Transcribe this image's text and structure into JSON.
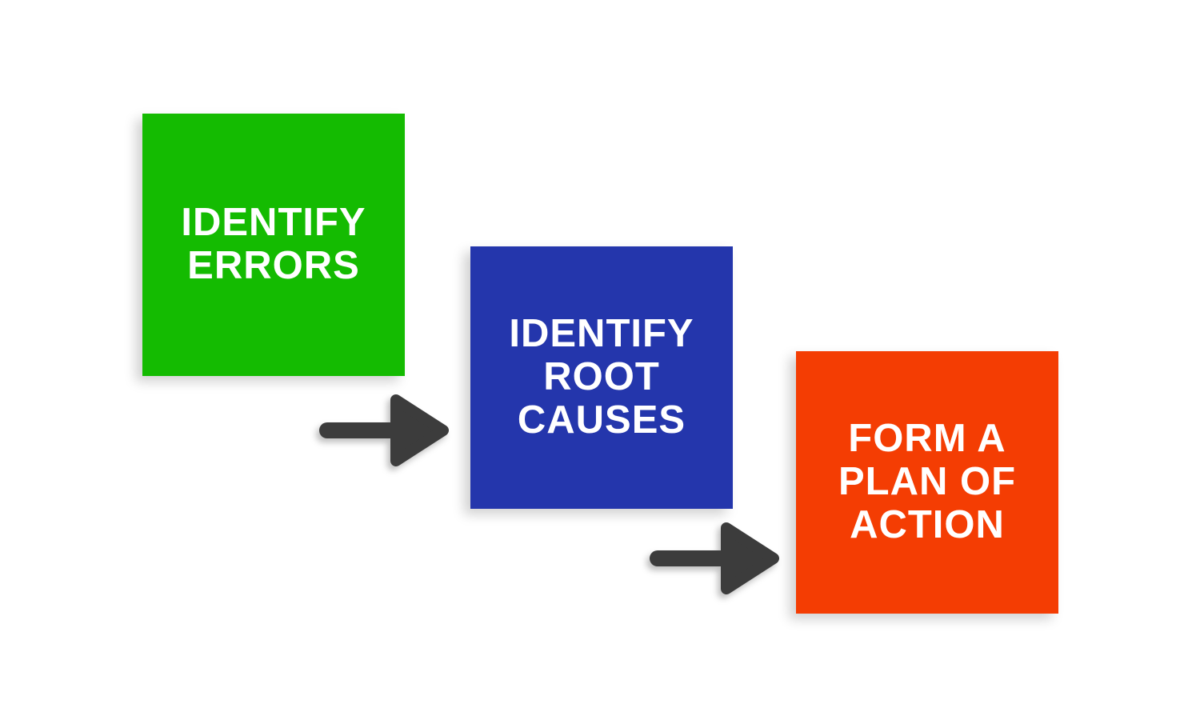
{
  "diagram": {
    "background_color": "#ffffff",
    "text_color": "#ffffff",
    "arrow_color": "#3c3c3c",
    "steps": [
      {
        "name": "identify-errors",
        "color": "#14bb01",
        "lines": [
          "IDENTIFY",
          "ERRORS"
        ]
      },
      {
        "name": "identify-root-causes",
        "color": "#2436ac",
        "lines": [
          "IDENTIFY",
          "ROOT",
          "CAUSES"
        ]
      },
      {
        "name": "form-a-plan-of-action",
        "color": "#f43d03",
        "lines": [
          "FORM A",
          "PLAN OF",
          "ACTION"
        ]
      }
    ]
  }
}
